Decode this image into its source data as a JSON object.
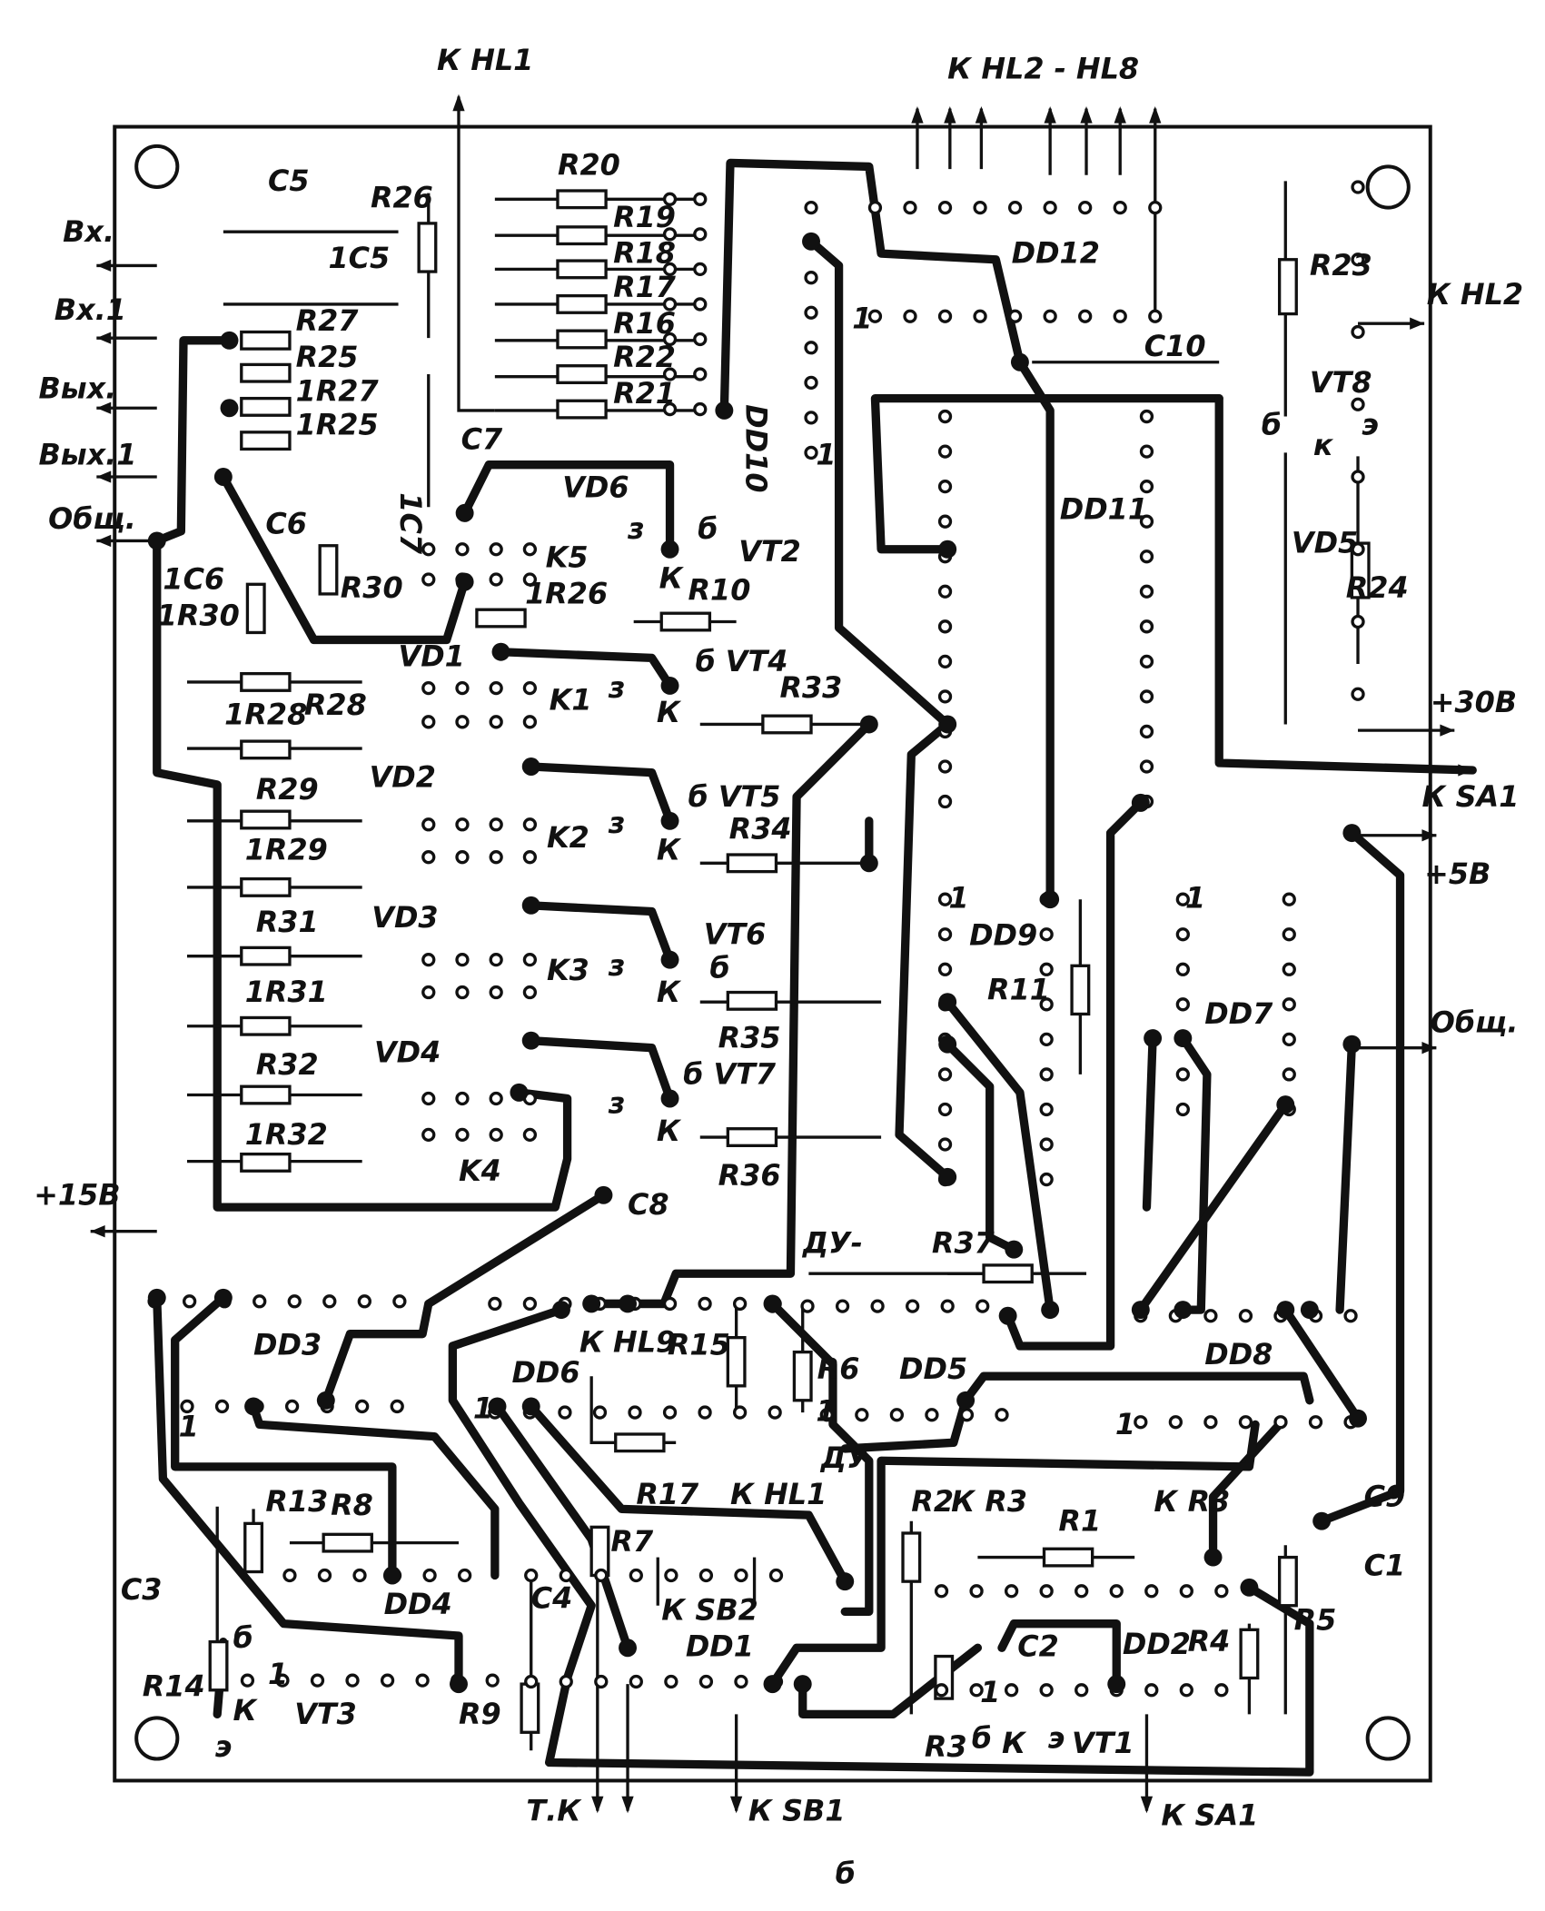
{
  "figure_label": "б",
  "labels": [
    "К HL1",
    "К HL2 - HL8",
    "C5",
    "R26",
    "R20",
    "R19",
    "R18",
    "R17",
    "R16",
    "R22",
    "R21",
    "1C5",
    "Вх.",
    "Вх.1",
    "Вых.",
    "Вых.1",
    "Общ.",
    "R27",
    "R25",
    "1R27",
    "1R25",
    "C7",
    "1C7",
    "DD10",
    "1",
    "DD12",
    "1",
    "C10",
    "R23",
    "К HL2",
    "VT8",
    "б",
    "э",
    "к",
    "DD11",
    "VD5",
    "R24",
    "+30В",
    "К SA1",
    "+5В",
    "VD6",
    "з",
    "б",
    "К",
    "VT2",
    "K5",
    "R10",
    "1R26",
    "C6",
    "1C6",
    "1R30",
    "R30",
    "VD1",
    "K1",
    "б VT4",
    "з",
    "К",
    "R33",
    "1R28",
    "R28",
    "VD2",
    "K2",
    "б VT5",
    "з",
    "К",
    "R34",
    "R29",
    "1R29",
    "VD3",
    "K3",
    "VT6",
    "б",
    "з",
    "К",
    "R35",
    "R31",
    "1R31",
    "VD4",
    "K4",
    "б VT7",
    "з",
    "К",
    "R36",
    "R32",
    "1R32",
    "DD9",
    "1",
    "R11",
    "1",
    "DD7",
    "Общ.",
    "+15В",
    "C8",
    "ДУ-",
    "R37",
    "DD3",
    "1",
    "DD6",
    "К HL9",
    "R15",
    "R6",
    "DD5",
    "DD8",
    "1",
    "1",
    "1",
    "R17",
    "К HL1",
    "ДУ",
    "R2",
    "К R3",
    "R1",
    "К R3",
    "C9",
    "C1",
    "R13",
    "R8",
    "DD4",
    "C3",
    "R14",
    "б",
    "1",
    "VT3",
    "К",
    "э",
    "R9",
    "C4",
    "R7",
    "К SB2",
    "DD1",
    "C2",
    "DD2",
    "R4",
    "R5",
    "R3",
    "б",
    "К",
    "э",
    "VT1",
    "1",
    "Т.К",
    "К SB1",
    "К SA1"
  ]
}
